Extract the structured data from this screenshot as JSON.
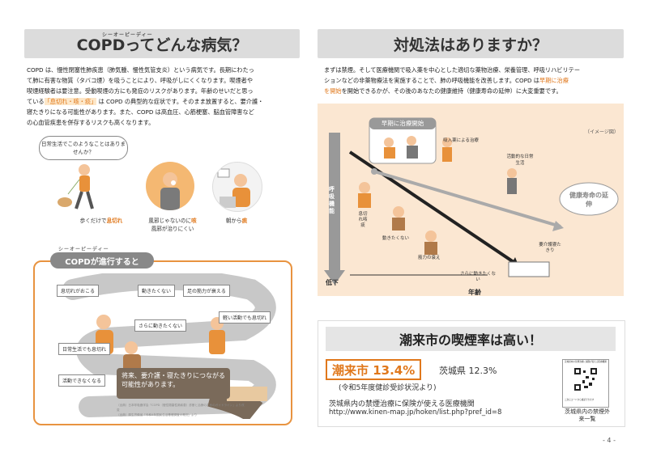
{
  "left": {
    "ruby": "シーオーピーディー",
    "title": "COPDってどんな病気？",
    "intro": [
      "COPD は、慢性閉塞性肺疾患（肺気腫、慢性気管支炎）という病気です。長期にわたっ",
      "て肺に有害な物質（タバコ煙）を吸うことにより、呼吸がしにくくなります。喫煙者や",
      "喫煙経験者は要注意。受動喫煙の方にも発症のリスクがあります。年齢のせいだと思っ",
      "ている「息切れ・咳・痰」は COPD の典型的な症状です。そのまま放置すると、要介護・",
      "寝たきりになる可能性があります。また、COPD は高血圧、心筋梗塞、脳血管障害など",
      "の心血管疾患を併存するリスクも高くなります。"
    ],
    "intro_highlight": "「息切れ・咳・痰」",
    "question_bubble": "日常生活でこのようなことはありませんか？",
    "symptoms": [
      {
        "prefix": "歩くだけで",
        "em": "息切れ",
        "suffix": ""
      },
      {
        "prefix": "風邪じゃないのに",
        "em": "咳",
        "suffix": "風邪が治りにくい"
      },
      {
        "prefix": "朝から",
        "em": "痰",
        "suffix": ""
      }
    ],
    "progress": {
      "ruby": "シーオーピーディー",
      "title": "COPDが進行すると",
      "labels": [
        "息切れがおこる",
        "動きたくない",
        "足の筋力が衰える",
        "軽い活動でも息切れ",
        "さらに動きたくない",
        "日常生活でも息切れ",
        "活動できなくなる"
      ],
      "warning": "将来、要介護・寝たきりにつながる可能性があります。",
      "footnote1": "（出典）日本呼吸器学会「COPD（慢性閉塞性肺疾患）診断と治療のためのガイドライン」より改変",
      "footnote2": "（出典）厚生労働省「令和4年国民生活基礎調査の概況」より"
    }
  },
  "right": {
    "title": "対処法はありますか？",
    "intro": [
      "まずは禁煙。そして医療機関で吸入薬を中心とした適切な薬物治療、栄養管理、呼吸リハビリテー",
      "ションなどの非薬物療法を実施することで、肺の呼吸機能を改善します。COPD は",
      "を開始できるかが、その後のあなたの健康維持（健康寿命の延伸）に大変重要です。"
    ],
    "intro_em_a": "早期に治療",
    "intro_em_b": "を開始",
    "chart": {
      "image_note": "（イメージ図）",
      "yaxis": "呼吸機能",
      "ylow": "低下",
      "xaxis": "年齢",
      "early_label": "早期に治療開始",
      "inhaler": "吸入薬による治療",
      "active": "活動的な日常生活",
      "healthy": "健康寿命の延伸",
      "breath": "息切れ咳痰",
      "dont_move": "動きたくない",
      "muscle": "筋力の衰え",
      "more": "さらに動きたくない",
      "bedridden": "要介護寝たきり"
    },
    "smoking": {
      "title": "潮来市の喫煙率は高い！",
      "city": "潮来市 13.4%",
      "pref": "茨城県 12.3%",
      "source": "(令和5年度健診受診状況より)",
      "clinic_title": "茨城県内の禁煙治療に保険が使える医療機関",
      "url": "http://www.kinen-map.jp/hoken/list.php?pref_id=8",
      "qr_caption": "茨城県内の禁煙外来一覧",
      "qr_top": "茨城県内の禁煙治療に保険が使える医療機関",
      "qr_bottom": "二次元コードから確認できます"
    }
  },
  "page_number": "- 4 -",
  "colors": {
    "accent": "#e0781c",
    "skin": "#f4b872",
    "grey_header": "#dcdcdc",
    "chart_bg": "#fbe7d2"
  }
}
